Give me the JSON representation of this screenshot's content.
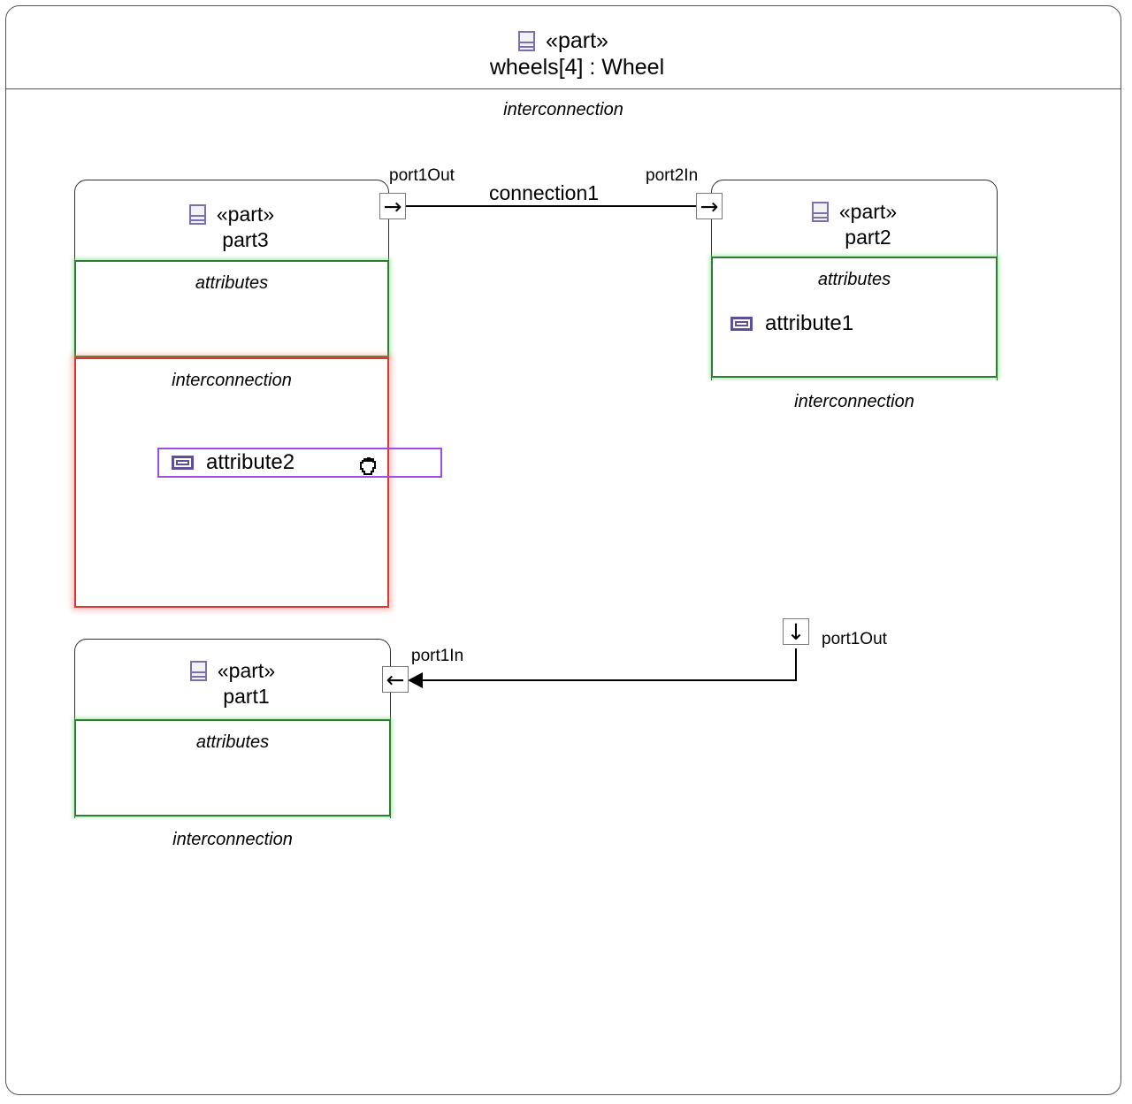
{
  "diagram": {
    "type": "sysml-internal-block-diagram",
    "outer": {
      "icon": "part-icon",
      "stereotype": "«part»",
      "name": "wheels[4] : Wheel",
      "compartment_label": "interconnection"
    },
    "parts": [
      {
        "id": "part3",
        "icon": "part-icon",
        "stereotype": "«part»",
        "name": "part3",
        "compartments": [
          {
            "label": "attributes",
            "highlight": "green",
            "attributes": []
          },
          {
            "label": "interconnection",
            "highlight": "red",
            "attributes": [
              "attribute2"
            ]
          }
        ]
      },
      {
        "id": "part2",
        "icon": "part-icon",
        "stereotype": "«part»",
        "name": "part2",
        "compartments": [
          {
            "label": "attributes",
            "highlight": "green",
            "attributes": [
              "attribute1"
            ]
          },
          {
            "label": "interconnection",
            "highlight": "none",
            "attributes": []
          }
        ]
      },
      {
        "id": "part1",
        "icon": "part-icon",
        "stereotype": "«part»",
        "name": "part1",
        "compartments": [
          {
            "label": "attributes",
            "highlight": "green",
            "attributes": []
          },
          {
            "label": "interconnection",
            "highlight": "none",
            "attributes": []
          }
        ]
      }
    ],
    "ports": [
      {
        "id": "p3-out",
        "label": "port1Out",
        "direction": "right",
        "glyph": "→",
        "owner": "part3"
      },
      {
        "id": "p2-in",
        "label": "port2In",
        "direction": "right",
        "glyph": "→",
        "owner": "part2"
      },
      {
        "id": "p2-out",
        "label": "port1Out",
        "direction": "down",
        "glyph": "↓",
        "owner": "part2"
      },
      {
        "id": "p1-in",
        "label": "port1In",
        "direction": "left",
        "glyph": "←",
        "owner": "part1"
      }
    ],
    "connections": [
      {
        "id": "connection1",
        "label": "connection1",
        "from": "p3-out",
        "to": "p2-in"
      },
      {
        "id": "connection2",
        "label": "",
        "from": "p2-out",
        "to": "p1-in"
      }
    ],
    "selection": {
      "selected_element": "attribute2",
      "cursor": "grab-hand-cursor"
    },
    "colors": {
      "frame_border": "#2f2f2f",
      "outer_border": "#54545a",
      "green_highlight": "#2f7d32",
      "red_highlight": "#d23b33",
      "purple_selection": "#9b4dea",
      "icon_purple": "#5e4f96",
      "connector": "#000000"
    }
  }
}
